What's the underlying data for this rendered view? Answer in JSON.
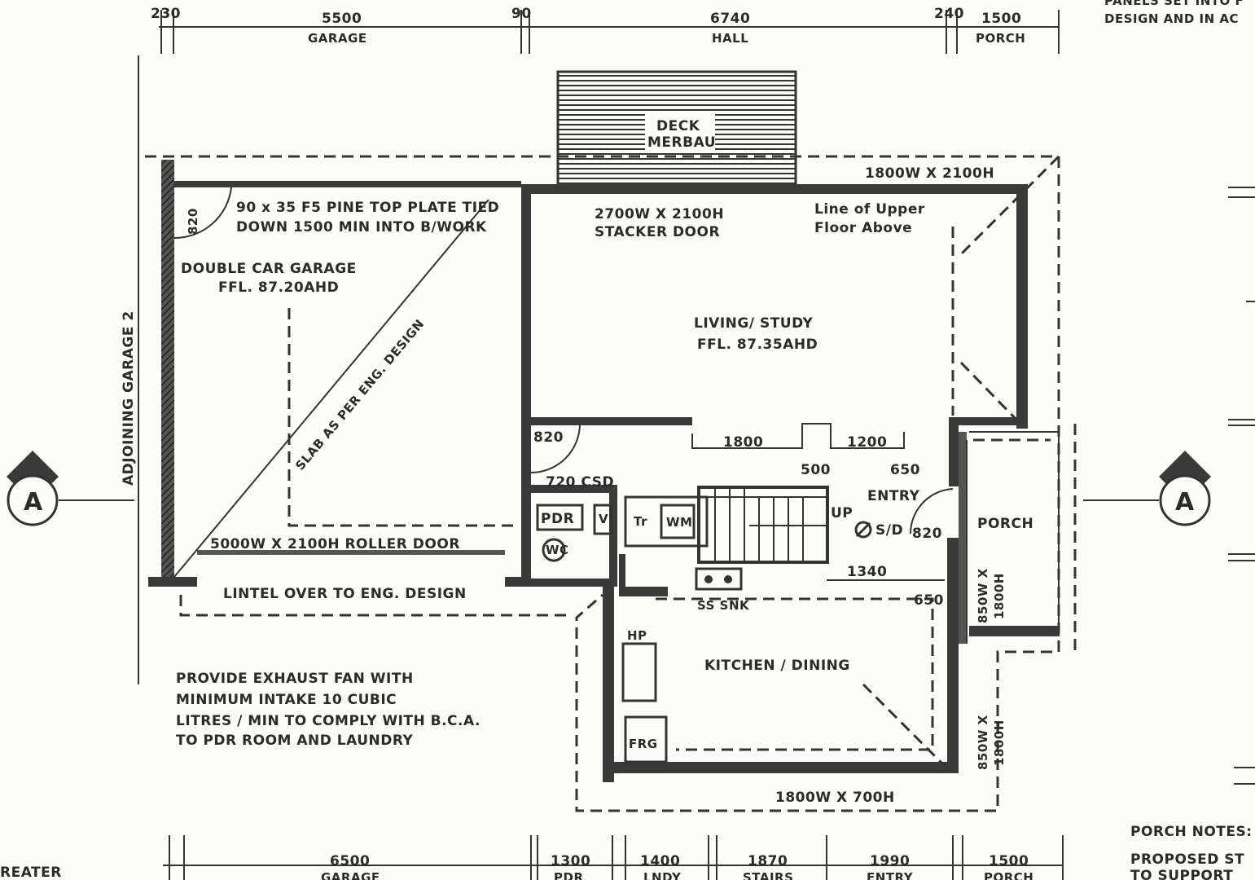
{
  "top_dims": {
    "d1": "230",
    "d2": "5500",
    "d3": "90",
    "d4": "6740",
    "d5": "240",
    "d6": "1500",
    "garage": "GARAGE",
    "hall": "HALL",
    "porch": "PORCH"
  },
  "bottom_dims": {
    "d1": "6500",
    "d2": "1300",
    "d3": "1400",
    "d4": "1870",
    "d5": "1990",
    "d6": "1500",
    "garage": "GARAGE",
    "pdr": "PDR",
    "lndy": "LNDY",
    "stairs": "STAIRS",
    "entry": "ENTRY",
    "porch": "PORCH"
  },
  "top_right_note": {
    "line1": "PANELS SET INTO F",
    "line2": "DESIGN AND IN AC"
  },
  "porch_notes": {
    "title": "PORCH NOTES:",
    "line1": "PROPOSED ST",
    "line2": "TO SUPPORT"
  },
  "bottom_left": "REATER",
  "adjoining": "ADJOINING GARAGE 2",
  "section_marker": "A",
  "deck": {
    "line1": "DECK",
    "line2": "MERBAU"
  },
  "window_top_right": "1800W X 2100H",
  "stacker": {
    "line1": "2700W X 2100H",
    "line2": "STACKER DOOR"
  },
  "upper_floor": {
    "line1": "Line of Upper",
    "line2": "Floor Above"
  },
  "top_plate": {
    "line1": "90 x 35 F5 PINE TOP PLATE TIED",
    "line2": "DOWN 1500 MIN INTO B/WORK"
  },
  "garage_room": {
    "name": "DOUBLE CAR GARAGE",
    "ffl": "FFL. 87.20AHD",
    "door_820": "820"
  },
  "slab_note": "SLAB AS PER ENG. DESIGN",
  "living": {
    "name": "LIVING/ STUDY",
    "ffl": "FFL. 87.35AHD"
  },
  "roller_door": "5000W X 2100H ROLLER DOOR",
  "lintel": "LINTEL OVER TO ENG. DESIGN",
  "interior_dims": {
    "d820": "820",
    "d1800": "1800",
    "d1200": "1200",
    "d500": "500",
    "d650a": "650",
    "d720": "720 CSD",
    "d820b": "820",
    "d1340": "1340",
    "d650b": "650"
  },
  "rooms": {
    "pdr": "PDR",
    "entry": "ENTRY",
    "porch": "PORCH",
    "kitchen": "KITCHEN / DINING",
    "up": "UP",
    "sd": "S/D",
    "wc": "WC",
    "v": "V",
    "tr": "Tr",
    "wm": "WM",
    "sink": "SS SNK",
    "hp": "HP",
    "frg": "FRG"
  },
  "exhaust_note": {
    "line1": "PROVIDE EXHAUST FAN WITH",
    "line2": "MINIMUM INTAKE 10 CUBIC",
    "line3": "LITRES / MIN TO COMPLY WITH B.C.A.",
    "line4": "TO PDR ROOM AND LAUNDRY"
  },
  "kitchen_window": "1800W X 700H",
  "side_window_1": {
    "line1": "850W X",
    "line2": "1800H"
  },
  "side_window_2": {
    "line1": "850W X",
    "line2": "1800H"
  }
}
